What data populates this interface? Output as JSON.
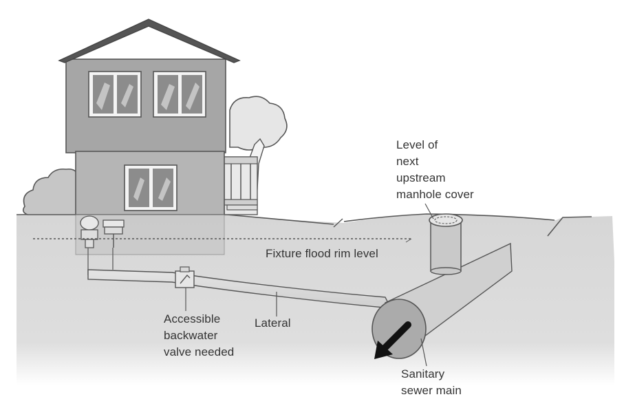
{
  "labels": {
    "manhole_cover": "Level of\nnext\nupstream\nmanhole cover",
    "flood_rim": "Fixture flood rim level",
    "backwater_valve": "Accessible\nbackwater\nvalve needed",
    "lateral": "Lateral",
    "sewer_main": "Sanitary\nsewer main"
  },
  "colors": {
    "ground": "#dcdcdc",
    "house_upper": "#a6a6a6",
    "house_lower": "#b5b5b5",
    "roof": "#555555",
    "line": "#555555",
    "text": "#333333"
  },
  "icons": {
    "flow_arrow": "arrow-down-left-icon",
    "valve": "backwater-valve-icon"
  }
}
